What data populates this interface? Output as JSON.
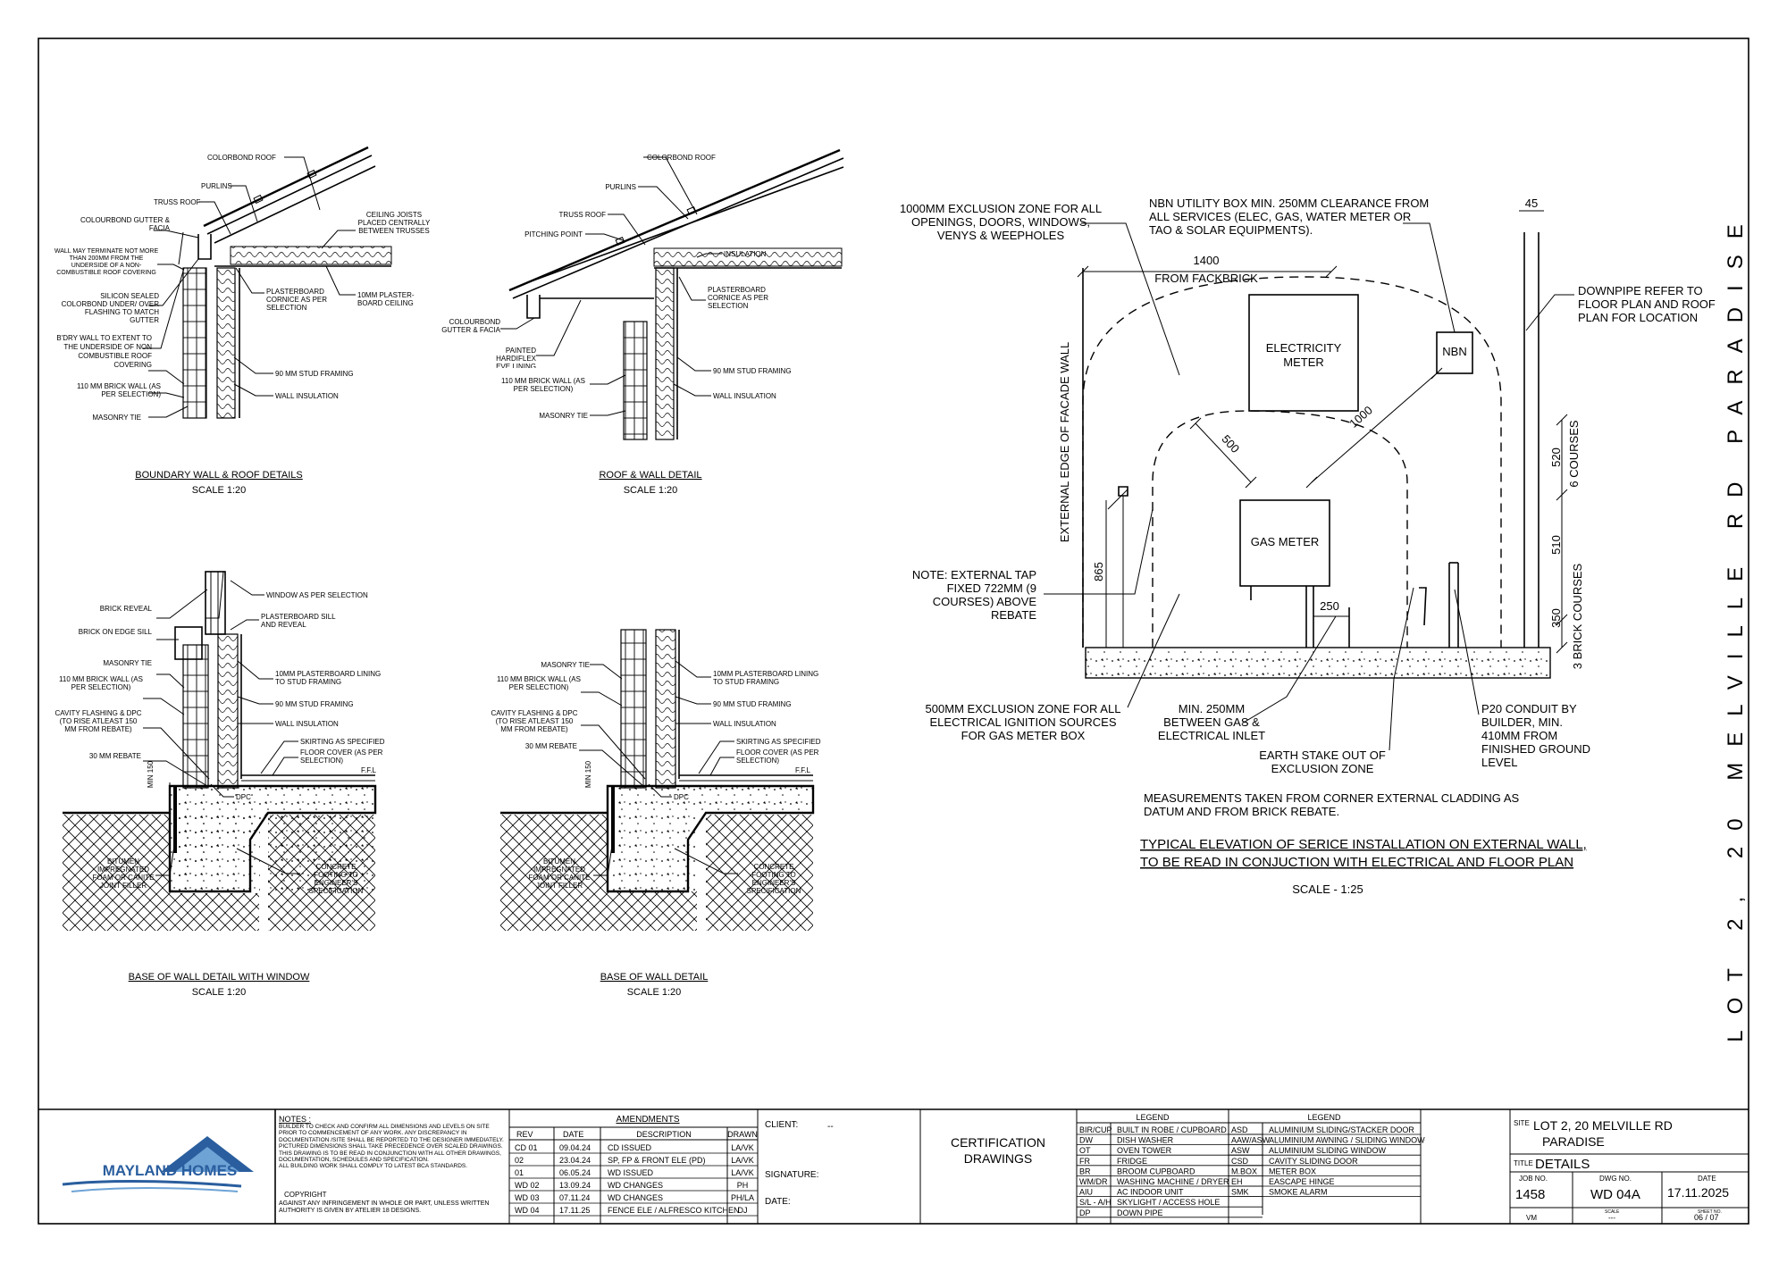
{
  "project_vertical": "LOT 2, 20 MELVILLE RD PARADISE",
  "details": {
    "d1": {
      "title": "BOUNDARY WALL & ROOF DETAILS",
      "scale": "SCALE 1:20",
      "labels": [
        "COLORBOND ROOF",
        "PURLINS",
        "TRUSS ROOF",
        "COLOURBOND GUTTER & FACIA",
        "WALL MAY TERMINATE NOT MORE THAN 200MM FROM THE UNDERSIDE OF A NON-COMBUSTIBLE ROOF COVERING",
        "SILICON SEALED COLORBOND UNDER/ OVER FLASHING TO MATCH GUTTER",
        "B'DRY WALL TO EXTENT TO THE UNDERSIDE OF NON COMBUSTIBLE ROOF COVERING",
        "110 MM BRICK WALL (AS PER SELECTION)",
        "MASONRY TIE",
        "CEILING JOISTS PLACED CENTRALLY BETWEEN TRUSSES",
        "PLASTERBOARD CORNICE AS PER SELECTION",
        "10MM PLASTER-BOARD CEILING",
        "90 MM STUD FRAMING",
        "WALL INSULATION"
      ]
    },
    "d2": {
      "title": "ROOF & WALL DETAIL",
      "scale": "SCALE 1:20",
      "labels": [
        "COLORBOND ROOF",
        "PURLINS",
        "TRUSS ROOF",
        "PITCHING POINT",
        "INSULATION",
        "COLOURBOND GUTTER & FACIA",
        "PAINTED HARDIFLEX EVE LINING",
        "110 MM BRICK WALL (AS PER SELECTION)",
        "MASONRY TIE",
        "PLASTERBOARD CORNICE AS PER SELECTION",
        "90 MM STUD FRAMING",
        "WALL INSULATION"
      ]
    },
    "d3": {
      "title": "BASE OF WALL DETAIL WITH WINDOW",
      "scale": "SCALE 1:20",
      "labels": [
        "BRICK REVEAL",
        "BRICK ON EDGE SILL",
        "MASONRY TIE",
        "110 MM BRICK WALL (AS PER SELECTION)",
        "CAVITY FLASHING & DPC (TO RISE ATLEAST 150 MM FROM REBATE)",
        "30 MM REBATE",
        "WINDOW AS PER SELECTION",
        "PLASTERBOARD SILL AND REVEAL",
        "10MM PLASTERBOARD LINING TO STUD FRAMING",
        "90 MM STUD FRAMING",
        "WALL INSULATION",
        "SKIRTING AS SPECIFIED",
        "FLOOR COVER (AS PER SELECTION)",
        "F.F.L",
        "DPC",
        "MIN 150",
        "BITUMEN IMPREGNATED FOAM OR CANITE JOINT FILLER",
        "CONCRETE FOOTING TO ENGINEER'S SPECIFICATION"
      ]
    },
    "d4": {
      "title": "BASE OF WALL DETAIL",
      "scale": "SCALE 1:20",
      "labels": [
        "MASONRY TIE",
        "110 MM BRICK WALL (AS PER SELECTION)",
        "CAVITY FLASHING & DPC (TO RISE ATLEAST 150 MM FROM REBATE)",
        "30 MM REBATE",
        "10MM PLASTERBOARD LINING TO STUD FRAMING",
        "90 MM STUD FRAMING",
        "WALL INSULATION",
        "SKIRTING AS SPECIFIED",
        "FLOOR COVER (AS PER SELECTION)",
        "F.F.L",
        "DPC",
        "MIN 150",
        "BITUMEN IMPREGNATED FOAM OR CANITE JOINT FILLER",
        "CONCRETE FOOTING TO ENGINEER'S SPECIFICATION"
      ]
    }
  },
  "elevation": {
    "exclusion_1000": "1000MM EXCLUSION ZONE FOR ALL OPENINGS, DOORS, WINDOWS, VENYS & WEEPHOLES",
    "nbn_note": "NBN UTILITY BOX MIN. 250MM CLEARANCE FROM ALL SERVICES (ELEC, GAS, WATER METER OR TAO & SOLAR EQUIPMENTS).",
    "dim_1400": "1400",
    "from_fackbrick": "FROM FACKBRICK",
    "electricity_meter": "ELECTRICITY METER",
    "nbn": "NBN",
    "dim_1000": "1000",
    "dim_500": "500",
    "external_edge": "EXTERNAL EDGE OF FACADE WALL",
    "gas_meter": "GAS METER",
    "dim_865": "865",
    "dim_250": "250",
    "tap_note": "NOTE: EXTERNAL TAP FIXED 722MM (9 COURSES) ABOVE REBATE",
    "dim_45": "45",
    "downpipe": "DOWNPIPE REFER TO FLOOR PLAN AND ROOF PLAN FOR LOCATION",
    "dim_520": "520",
    "six_courses": "6 COURSES",
    "dim_510": "510",
    "dim_350": "350",
    "three_courses": "3 BRICK COURSES",
    "exclusion_500": "500MM EXCLUSION ZONE FOR ALL ELECTRICAL IGNITION SOURCES FOR GAS METER BOX",
    "min_250": "MIN. 250MM BETWEEN GAS & ELECTRICAL INLET",
    "earth_stake": "EARTH STAKE OUT OF EXCLUSION ZONE",
    "p20": "P20 CONDUIT BY BUILDER, MIN. 410MM FROM FINISHED GROUND LEVEL",
    "measurements": "MEASUREMENTS TAKEN FROM CORNER EXTERNAL CLADDING AS DATUM AND FROM BRICK REBATE.",
    "title_line1": "TYPICAL ELEVATION OF SERICE INSTALLATION ON EXTERNAL WALL,",
    "title_line2": "TO BE READ IN CONJUCTION WITH ELECTRICAL AND FLOOR PLAN",
    "scale": "SCALE - 1:25"
  },
  "title_block": {
    "company": "MAYLAND HOMES",
    "notes_title": "NOTES :",
    "notes": [
      "BUILDER TO CHECK AND CONFIRM ALL DIMENSIONS AND LEVELS ON SITE PRIOR TO COMMENCEMENT OF ANY WORK. ANY DISCREPANCY IN DOCUMENTATION /SITE SHALL BE REPORTED TO THE DESIGNER IMMEDIATELY.",
      "PICTURED DIMENSIONS SHALL TAKE PRECEDENCE OVER SCALED DRAWINGS.",
      "THIS DRAWING IS TO BE READ IN CONJUNCTION WITH ALL OTHER DRAWINGS, DOCUMENTATION, SCHEDULES AND SPECIFICATION.",
      "ALL BUILDING WORK SHALL COMPLY TO LATEST BCA STANDARDS."
    ],
    "copyright_title": "COPYRIGHT",
    "copyright_text": "AGAINST ANY INFRINGEMENT IN WHOLE OR PART, UNLESS WRITTEN AUTHORITY IS GIVEN BY ATELIER 18 DESIGNS.",
    "amendments_title": "AMENDMENTS",
    "amend_headers": [
      "REV",
      "DATE",
      "DESCRIPTION",
      "DRAWN"
    ],
    "amendments": [
      [
        "CD 01",
        "09.04.24",
        "CD ISSUED",
        "LA/VK"
      ],
      [
        "02",
        "23.04.24",
        "SP, FP & FRONT ELE (PD)",
        "LA/VK"
      ],
      [
        "01",
        "06.05.24",
        "WD ISSUED",
        "LA/VK"
      ],
      [
        "WD 02",
        "13.09.24",
        "WD CHANGES",
        "PH"
      ],
      [
        "WD 03",
        "07.11.24",
        "WD CHANGES",
        "PH/LA"
      ],
      [
        "WD 04",
        "17.11.25",
        "FENCE ELE / ALFRESCO KITCHEN",
        "DJ"
      ]
    ],
    "client_label": "CLIENT:",
    "client_value": "--",
    "signature_label": "SIGNATURE:",
    "date_label": "DATE:",
    "cert_line1": "CERTIFICATION",
    "cert_line2": "DRAWINGS",
    "legend_title": "LEGEND",
    "legend1": [
      [
        "BIR/CUP",
        "BUILT IN ROBE / CUPBOARD"
      ],
      [
        "DW",
        "DISH WASHER"
      ],
      [
        "OT",
        "OVEN TOWER"
      ],
      [
        "FR",
        "FRIDGE"
      ],
      [
        "BR",
        "BROOM CUPBOARD"
      ],
      [
        "WM/DR",
        "WASHING MACHINE / DRYER"
      ],
      [
        "AIU",
        "AC INDOOR UNIT"
      ],
      [
        "S/L - A/H",
        "SKYLIGHT / ACCESS HOLE"
      ],
      [
        "DP",
        "DOWN PIPE"
      ]
    ],
    "legend2": [
      [
        "ASD",
        "ALUMINIUM SLIDING/STACKER DOOR"
      ],
      [
        "AAW/ASW",
        "ALUMINIUM AWNING / SLIDING WINDOW"
      ],
      [
        "ASW",
        "ALUMINIUM SLIDING WINDOW"
      ],
      [
        "CSD",
        "CAVITY SLIDING DOOR"
      ],
      [
        "M.BOX",
        "METER BOX"
      ],
      [
        "EH",
        "EASCAPE HINGE"
      ],
      [
        "SMK",
        "SMOKE ALARM"
      ]
    ],
    "site_label": "SITE",
    "site_line1": "LOT 2, 20 MELVILLE RD",
    "site_line2": "PARADISE",
    "title_label": "TITLE",
    "title_value": "DETAILS",
    "job_no_label": "JOB NO.",
    "job_no": "1458",
    "dwg_no_label": "DWG NO.",
    "dwg_no": "WD 04A",
    "date_label_tb": "DATE",
    "date_value": "17.11.2025",
    "drawn_value": "VM",
    "scale_label": "SCALE",
    "scale_value": "---",
    "sheet_label": "SHEET NO.",
    "sheet_value": "06 / 07"
  },
  "colors": {
    "logo_blue": "#2a5e9e",
    "logo_light": "#6ea3d6"
  }
}
